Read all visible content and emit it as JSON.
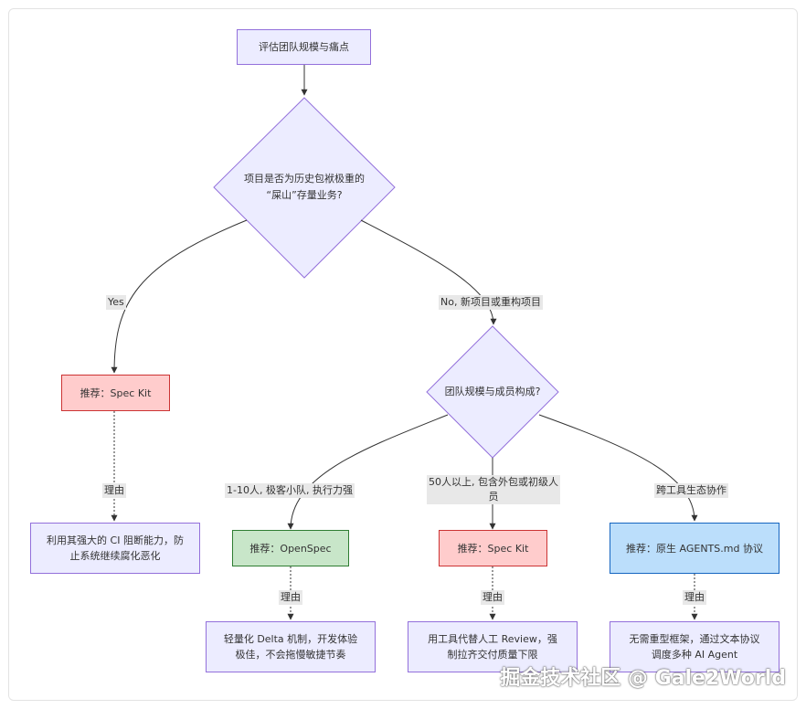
{
  "nodes": {
    "start": "评估团队规模与痛点",
    "q1": "项目是否为历史包袱极重的\n“屎山”存量业务?",
    "q2": "团队规模与成员构成?",
    "spec_kit_1": "推荐：Spec Kit",
    "reason_1": "利用其强大的 CI 阻断能力，防止系统继续腐化恶化",
    "openspec": "推荐：OpenSpec",
    "reason_openspec": "轻量化 Delta 机制，开发体验极佳，不会拖慢敏捷节奏",
    "spec_kit_2": "推荐：Spec Kit",
    "reason_2": "用工具代替人工 Review，强制拉齐交付质量下限",
    "agents_md": "推荐：原生 AGENTS.md 协议",
    "reason_agents": "无需重型框架，通过文本协议调度多种 AI Agent"
  },
  "edge_labels": {
    "yes": "Yes",
    "no": "No, 新项目或重构项目",
    "reason": "理由",
    "small_team": "1-10人, 极客小队, 执行力强",
    "large_team": "50人以上, 包含外包或初级人员",
    "cross_tool": "跨工具生态协作"
  },
  "watermark": "掘金技术社区 @ Gale2World",
  "colors": {
    "default_fill": "#ececff",
    "default_stroke": "#9370db",
    "red_fill": "#ffcccc",
    "red_stroke": "#cc3333",
    "green_fill": "#c8e6c9",
    "green_stroke": "#2e7d32",
    "blue_fill": "#bbdefb",
    "blue_stroke": "#1565c0",
    "edge": "#333333",
    "label_bg": "#e8e8e8"
  }
}
